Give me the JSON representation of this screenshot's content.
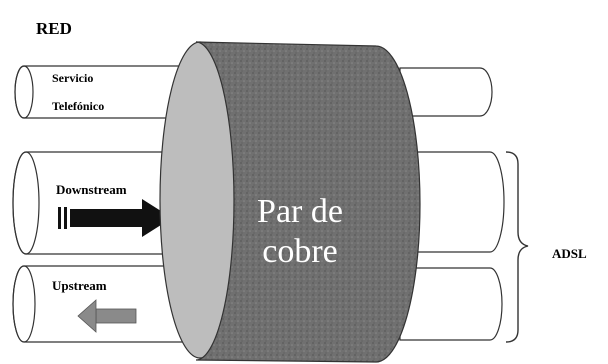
{
  "network_label": "RED",
  "channels": [
    {
      "id": "telefonico",
      "label_line1": "Servicio",
      "label_line2": "Telefónico"
    },
    {
      "id": "downstream",
      "label": "Downstream"
    },
    {
      "id": "upstream",
      "label": "Upstream"
    }
  ],
  "core_label_line1": "Par de",
  "core_label_line2": "cobre",
  "group_label": "ADSL",
  "colors": {
    "tube_fill": "#ffffff",
    "tube_stroke": "#333333",
    "copper_body": "#6f6f6f",
    "copper_face": "#bdbdbd",
    "core_text": "#ffffff",
    "arrow_dark": "#111111",
    "arrow_grey": "#8a8a8a"
  },
  "icons": [
    "downstream-arrow-icon",
    "upstream-arrow-icon",
    "curly-brace-icon"
  ]
}
